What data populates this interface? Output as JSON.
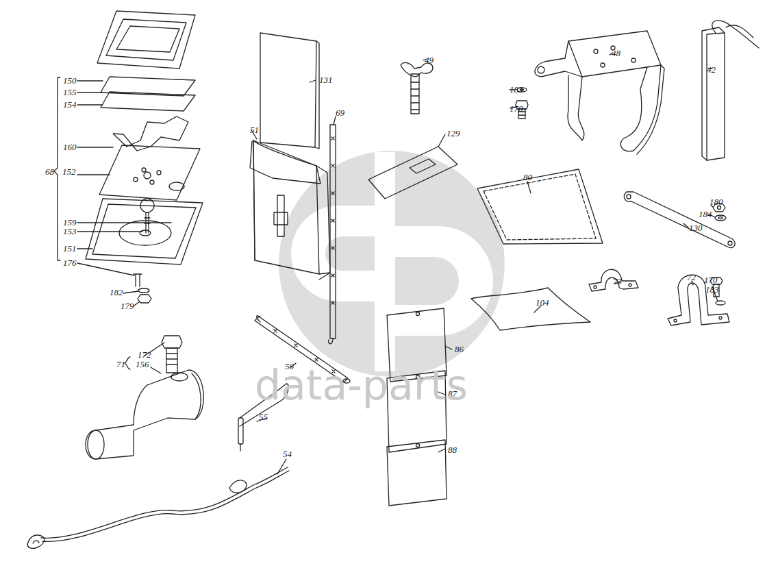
{
  "diagram": {
    "labels": [
      "150",
      "155",
      "154",
      "160",
      "68",
      "152",
      "159",
      "153",
      "151",
      "176",
      "182",
      "179",
      "131",
      "69",
      "51",
      "49",
      "48",
      "42",
      "183",
      "170",
      "129",
      "80",
      "130",
      "180",
      "184",
      "73",
      "72",
      "170",
      "183",
      "104",
      "86",
      "87",
      "88",
      "172",
      "71",
      "156",
      "56",
      "55",
      "54",
      "data-parts"
    ]
  }
}
